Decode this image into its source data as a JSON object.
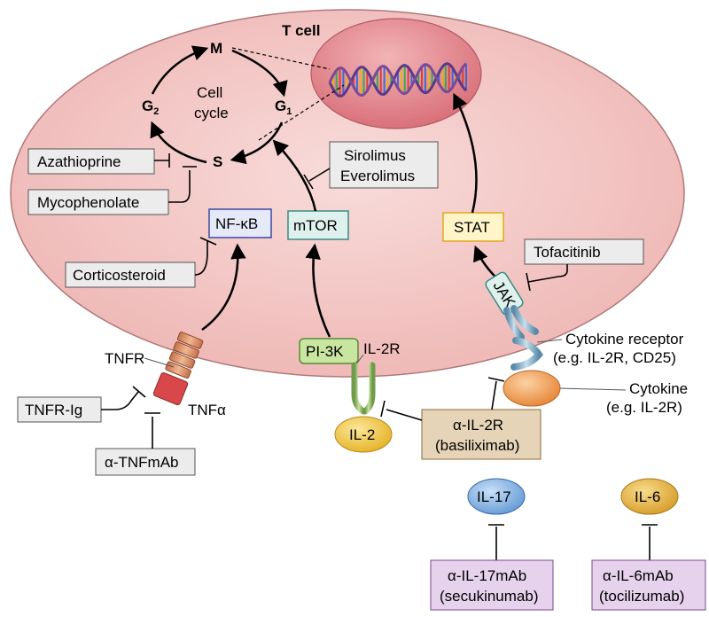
{
  "cell_label": "T cell",
  "cell_cycle": {
    "title_line1": "Cell",
    "title_line2": "cycle",
    "phase_m": "M",
    "phase_g1": "G",
    "phase_g1_sub": "1",
    "phase_g2": "G",
    "phase_g2_sub": "2",
    "phase_s": "S"
  },
  "drugs": {
    "azathioprine": "Azathioprine",
    "mycophenolate": "Mycophenolate",
    "sirolimus": "Sirolimus",
    "everolimus": "Everolimus",
    "corticosteroid": "Corticosteroid",
    "tofacitinib": "Tofacitinib",
    "tnfr_ig": "TNFR-Ig",
    "anti_tnf": "α-TNFmAb",
    "anti_il2r_line1": "α-IL-2R",
    "anti_il2r_line2": "(basiliximab)",
    "anti_il17_line1": "α-IL-17mAb",
    "anti_il17_line2": "(secukinumab)",
    "anti_il6_line1": "α-IL-6mAb",
    "anti_il6_line2": "(tocilizumab)"
  },
  "signals": {
    "nfkb": "NF-κB",
    "mtor": "mTOR",
    "stat": "STAT",
    "jak": "JAK",
    "pi3k": "PI-3K",
    "il2r": "IL-2R",
    "il2": "IL-2",
    "tnfr": "TNFR",
    "tnfa": "TNFα",
    "il17": "IL-17",
    "il6": "IL-6"
  },
  "receptor_labels": {
    "cytokine_receptor_line1": "Cytokine receptor",
    "cytokine_receptor_line2": "(e.g. IL-2R, CD25)",
    "cytokine_line1": "Cytokine",
    "cytokine_line2": "(e.g. IL-2R)"
  },
  "colors": {
    "cell_fill": "#f2c6c4",
    "nucleus_fill": "#e48c90",
    "nfkb_fill": "#e6e9f8",
    "nfkb_stroke": "#3a48a8",
    "mtor_fill": "#dff1ec",
    "mtor_stroke": "#3a8c84",
    "stat_fill": "#fff5c8",
    "stat_stroke": "#e0a81e",
    "pi3k_fill": "#c9e6a0",
    "drug_box_fill": "#ececec",
    "il2r_box_fill": "#e6d4b8",
    "mab_box_fill": "#e6d2ec",
    "il2_fill": "#f3cf4a",
    "il17_fill": "#8ab8e8",
    "il6_fill": "#e7b84a",
    "cytokine_fill": "#f0a060"
  }
}
